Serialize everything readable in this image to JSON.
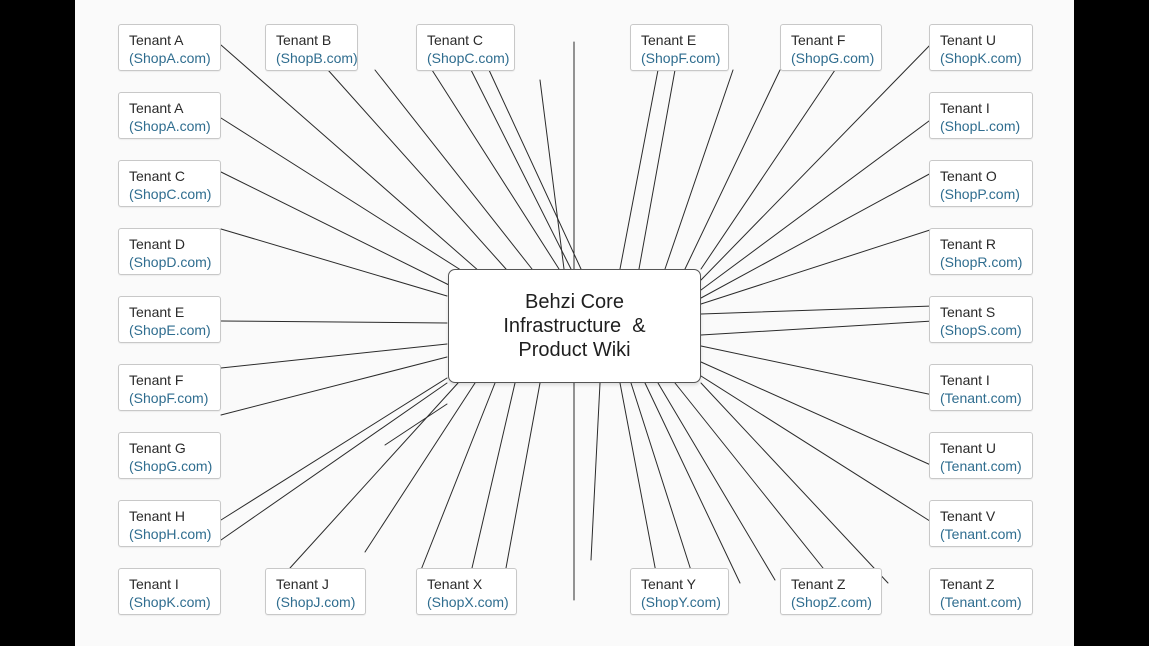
{
  "hub": {
    "lines": [
      "Behzi Core",
      "Infrastructure  &",
      "Product Wiki"
    ]
  },
  "tenants": {
    "top": [
      {
        "name": "Tenant B",
        "domain": "(ShopB.com)"
      },
      {
        "name": "Tenant C",
        "domain": "(ShopC.com)"
      },
      {
        "name": "Tenant E",
        "domain": "(ShopF.com)"
      },
      {
        "name": "Tenant F",
        "domain": "(ShopG.com)"
      }
    ],
    "left": [
      {
        "name": "Tenant A",
        "domain": "(ShopA.com)"
      },
      {
        "name": "Tenant A",
        "domain": "(ShopA.com)"
      },
      {
        "name": "Tenant C",
        "domain": "(ShopC.com)"
      },
      {
        "name": "Tenant D",
        "domain": "(ShopD.com)"
      },
      {
        "name": "Tenant E",
        "domain": "(ShopE.com)"
      },
      {
        "name": "Tenant F",
        "domain": "(ShopF.com)"
      },
      {
        "name": "Tenant G",
        "domain": "(ShopG.com)"
      },
      {
        "name": "Tenant H",
        "domain": "(ShopH.com)"
      },
      {
        "name": "Tenant I",
        "domain": "(ShopK.com)"
      }
    ],
    "right": [
      {
        "name": "Tenant U",
        "domain": "(ShopK.com)"
      },
      {
        "name": "Tenant I",
        "domain": "(ShopL.com)"
      },
      {
        "name": "Tenant O",
        "domain": "(ShopP.com)"
      },
      {
        "name": "Tenant R",
        "domain": "(ShopR.com)"
      },
      {
        "name": "Tenant S",
        "domain": "(ShopS.com)"
      },
      {
        "name": "Tenant I",
        "domain": "(Tenant.com)"
      },
      {
        "name": "Tenant U",
        "domain": "(Tenant.com)"
      },
      {
        "name": "Tenant V",
        "domain": "(Tenant.com)"
      },
      {
        "name": "Tenant Z",
        "domain": "(Tenant.com)"
      }
    ],
    "bottom": [
      {
        "name": "Tenant J",
        "domain": "(ShopJ.com)"
      },
      {
        "name": "Tenant X",
        "domain": "(ShopX.com)"
      },
      {
        "name": "Tenant Y",
        "domain": "(ShopY.com)"
      },
      {
        "name": "Tenant Z",
        "domain": "(ShopZ.com)"
      }
    ]
  },
  "colors": {
    "canvas_background": "#fafafa",
    "connector": "#2b2b2b",
    "node_border": "#c8c8c8",
    "domain_text": "#2f6d8f",
    "hub_border": "#555555"
  }
}
